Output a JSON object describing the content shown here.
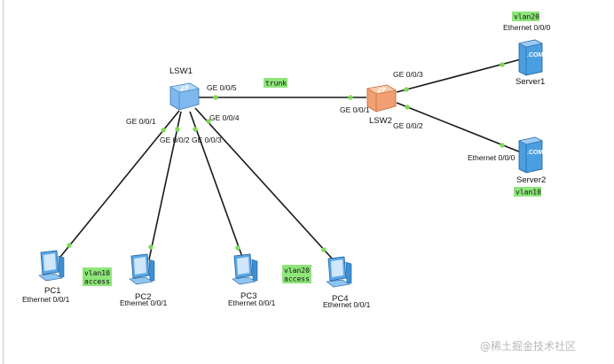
{
  "nodes": {
    "lsw1": "LSW1",
    "lsw2": "LSW2",
    "server1": "Server1",
    "server2": "Server2",
    "pc1": "PC1",
    "pc2": "PC2",
    "pc3": "PC3",
    "pc4": "PC4"
  },
  "ports": {
    "lsw1_ge005": "GE 0/0/5",
    "lsw1_ge001": "GE 0/0/1",
    "lsw1_ge002": "GE 0/0/2",
    "lsw1_ge003": "GE 0/0/3",
    "lsw1_ge004": "GE 0/0/4",
    "lsw2_ge001": "GE 0/0/1",
    "lsw2_ge003": "GE 0/0/3",
    "lsw2_ge002": "GE 0/0/2",
    "server1_eth": "Ethernet 0/0/0",
    "server2_eth": "Ethernet 0/0/0",
    "pc1_eth": "Ethernet 0/0/1",
    "pc2_eth": "Ethernet 0/0/1",
    "pc3_eth": "Ethernet 0/0/1",
    "pc4_eth": "Ethernet 0/0/1"
  },
  "notes": {
    "trunk": "trunk",
    "server1_vlan": "vlan20",
    "server2_vlan": "vlan10",
    "pc_left_vlan": "vlan10",
    "pc_left_mode": "access",
    "pc_right_vlan": "vlan20",
    "pc_right_mode": "access"
  },
  "server_badge": ".COM",
  "watermark": "@稀土掘金技术社区",
  "colors": {
    "link": "#1a1a1a",
    "port_dot": "#7ed957",
    "note_bg": "#8ee57a",
    "lsw1_body": "#7fb8ef",
    "lsw2_body": "#f0a072",
    "server_body": "#4a9fe0",
    "pc_body": "#5aa7e8"
  }
}
